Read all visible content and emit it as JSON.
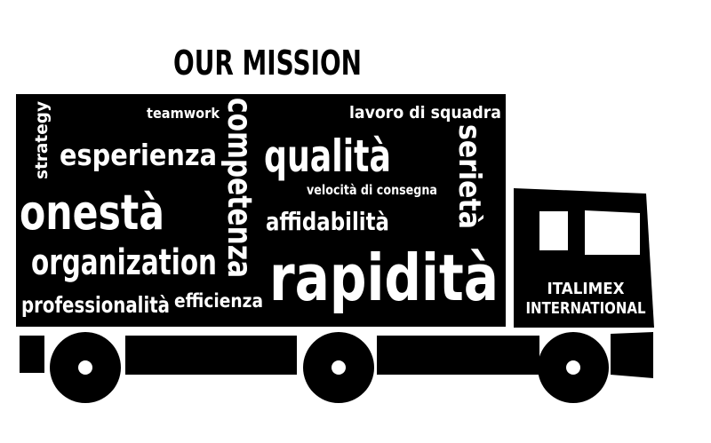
{
  "heading": "OUR MISSION",
  "colors": {
    "background": "#ffffff",
    "ink": "#000000",
    "text_on_ink": "#ffffff"
  },
  "words": {
    "strategy": "strategy",
    "teamwork": "teamwork",
    "competenza": "competenza",
    "lavoro_di_squadra": "lavoro di squadra",
    "esperienza": "esperienza",
    "qualita": "qualità",
    "serieta": "serietà",
    "velocita_di_consegna": "velocità di consegna",
    "onesta": "onestà",
    "affidabilita": "affidabilità",
    "organization": "organization",
    "rapidita": "rapidità",
    "professionalita": "professionalità",
    "efficienza": "efficienza"
  },
  "cab": {
    "line1": "ITALIMEX",
    "line2": "INTERNATIONAL"
  }
}
